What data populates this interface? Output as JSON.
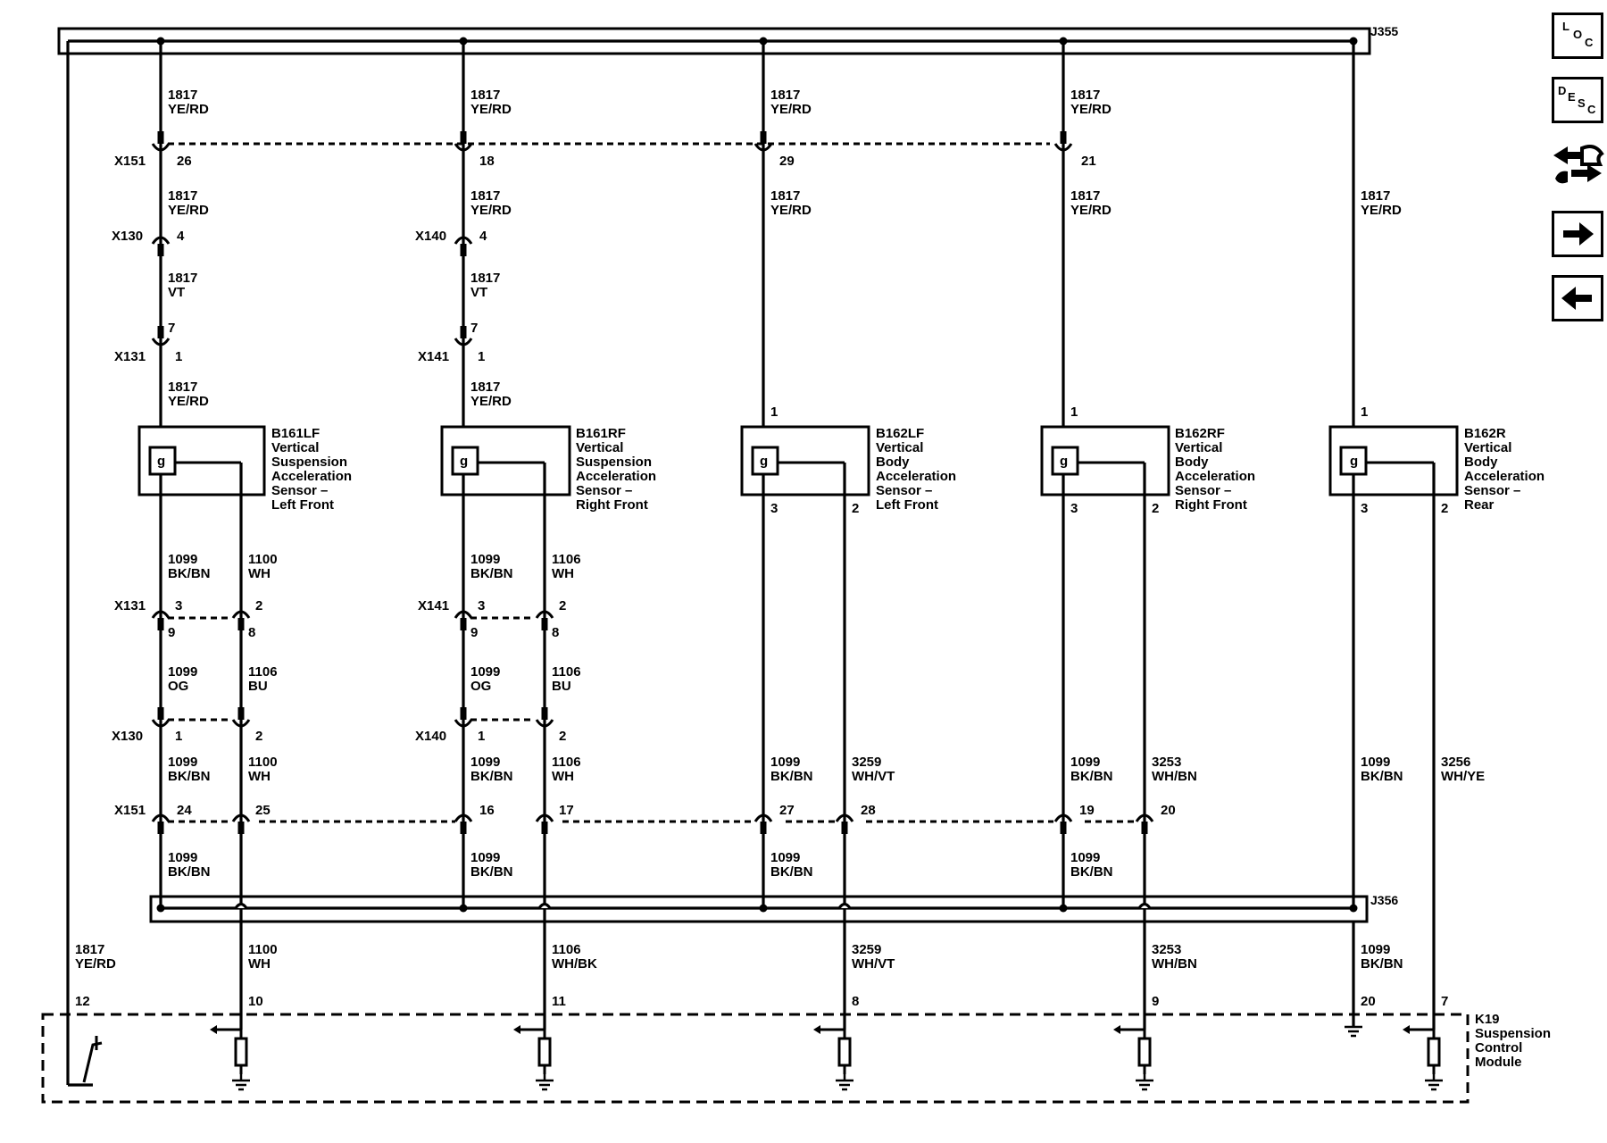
{
  "splices": {
    "top": "J355",
    "bottom": "J356"
  },
  "circuits": {
    "c1817": "1817",
    "c1099": "1099",
    "c1100": "1100",
    "c1106": "1106",
    "c3259": "3259",
    "c3253": "3253",
    "c3256": "3256"
  },
  "colors": {
    "yerd": "YE/RD",
    "vt": "VT",
    "bkbn": "BK/BN",
    "wh": "WH",
    "og": "OG",
    "bu": "BU",
    "whbk": "WH/BK",
    "whvt": "WH/VT",
    "whbn": "WH/BN",
    "whye": "WH/YE"
  },
  "connectors": {
    "x151": "X151",
    "x130": "X130",
    "x131": "X131",
    "x140": "X140",
    "x141": "X141"
  },
  "pins": {
    "p1": "1",
    "p2": "2",
    "p3": "3",
    "p4": "4",
    "p7": "7",
    "p8": "8",
    "p9": "9",
    "p10": "10",
    "p11": "11",
    "p12": "12",
    "p16": "16",
    "p17": "17",
    "p18": "18",
    "p19": "19",
    "p20": "20",
    "p21": "21",
    "p24": "24",
    "p25": "25",
    "p26": "26",
    "p27": "27",
    "p28": "28",
    "p29": "29"
  },
  "sensor_symbol": "g",
  "components": {
    "b161lf": {
      "id": "B161LF",
      "lines": [
        "Vertical",
        "Suspension",
        "Acceleration",
        "Sensor –",
        "Left Front"
      ]
    },
    "b161rf": {
      "id": "B161RF",
      "lines": [
        "Vertical",
        "Suspension",
        "Acceleration",
        "Sensor –",
        "Right Front"
      ]
    },
    "b162lf": {
      "id": "B162LF",
      "lines": [
        "Vertical",
        "Body",
        "Acceleration",
        "Sensor –",
        "Left Front"
      ]
    },
    "b162rf": {
      "id": "B162RF",
      "lines": [
        "Vertical",
        "Body",
        "Acceleration",
        "Sensor –",
        "Right Front"
      ]
    },
    "b162r": {
      "id": "B162R",
      "lines": [
        "Vertical",
        "Body",
        "Acceleration",
        "Sensor –",
        "Rear"
      ]
    },
    "k19": {
      "id": "K19",
      "lines": [
        "Suspension",
        "Control",
        "Module"
      ]
    }
  },
  "nav": {
    "loc": [
      "L",
      "O",
      "C"
    ],
    "desc": [
      "D",
      "E",
      "S",
      "C"
    ],
    "icons": [
      "connector-view-icon",
      "next-page-arrow-icon",
      "previous-page-arrow-icon"
    ]
  }
}
